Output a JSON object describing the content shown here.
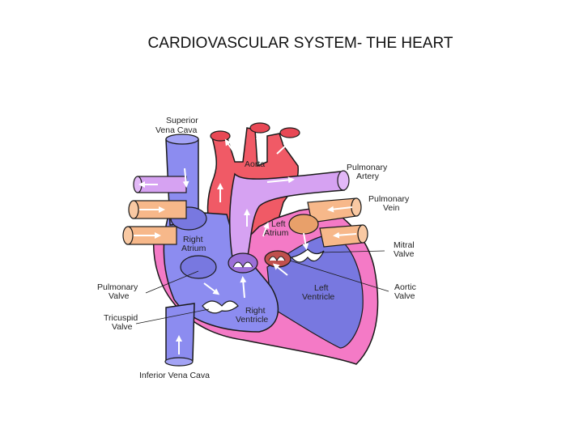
{
  "title": "CARDIOVASCULAR SYSTEM- THE HEART",
  "labels": {
    "superior_vena_cava": [
      "Superior",
      "Vena Cava"
    ],
    "aorta": "Aorta",
    "pulmonary_artery": [
      "Pulmonary",
      "Artery"
    ],
    "pulmonary_vein": [
      "Pulmonary",
      "Vein"
    ],
    "left_atrium": [
      "Left",
      "Atrium"
    ],
    "right_atrium": [
      "Right",
      "Atrium"
    ],
    "mitral_valve": [
      "Mitral",
      "Valve"
    ],
    "pulmonary_valve": [
      "Pulmonary",
      "Valve"
    ],
    "left_ventricle": [
      "Left",
      "Ventricle"
    ],
    "aortic_valve": [
      "Aortic",
      "Valve"
    ],
    "tricuspid_valve": [
      "Tricuspid",
      "Valve"
    ],
    "right_ventricle": [
      "Right",
      "Ventricle"
    ],
    "inferior_vena_cava": "Inferior Vena Cava"
  },
  "colors": {
    "oxygenated_red": "#f05a66",
    "deoxygenated_blue": "#8c8cf0",
    "pulmonary_artery_lilac": "#d6a2f2",
    "pulmonary_vein_orange": "#f7b88a",
    "left_ventricle_wall_pink": "#f47ac6",
    "right_side_blue": "#7878e0"
  }
}
